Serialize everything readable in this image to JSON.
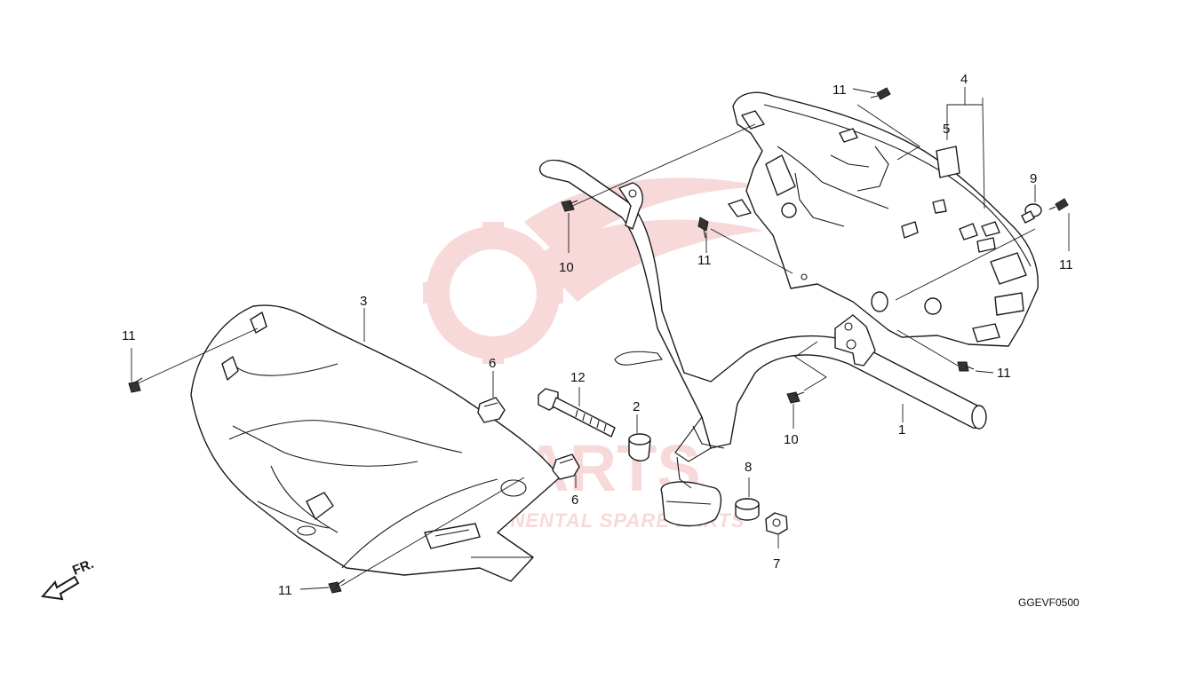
{
  "diagram": {
    "reference_code": "GGEVF0500",
    "front_marker": "FR.",
    "watermark": {
      "main_text": "ICSPARTS",
      "sub_text": "INTERCONTINENTAL SPARE PARTS",
      "color": "#e05555"
    },
    "callouts": [
      {
        "id": "c1",
        "label": "1"
      },
      {
        "id": "c2",
        "label": "2"
      },
      {
        "id": "c3",
        "label": "3"
      },
      {
        "id": "c4",
        "label": "4"
      },
      {
        "id": "c5",
        "label": "5"
      },
      {
        "id": "c6a",
        "label": "6"
      },
      {
        "id": "c6b",
        "label": "6"
      },
      {
        "id": "c7",
        "label": "7"
      },
      {
        "id": "c8",
        "label": "8"
      },
      {
        "id": "c9",
        "label": "9"
      },
      {
        "id": "c10a",
        "label": "10"
      },
      {
        "id": "c10b",
        "label": "10"
      },
      {
        "id": "c11a",
        "label": "11"
      },
      {
        "id": "c11b",
        "label": "11"
      },
      {
        "id": "c11c",
        "label": "11"
      },
      {
        "id": "c11d",
        "label": "11"
      },
      {
        "id": "c11e",
        "label": "11"
      },
      {
        "id": "c11f",
        "label": "11"
      },
      {
        "id": "c12",
        "label": "12"
      }
    ]
  }
}
